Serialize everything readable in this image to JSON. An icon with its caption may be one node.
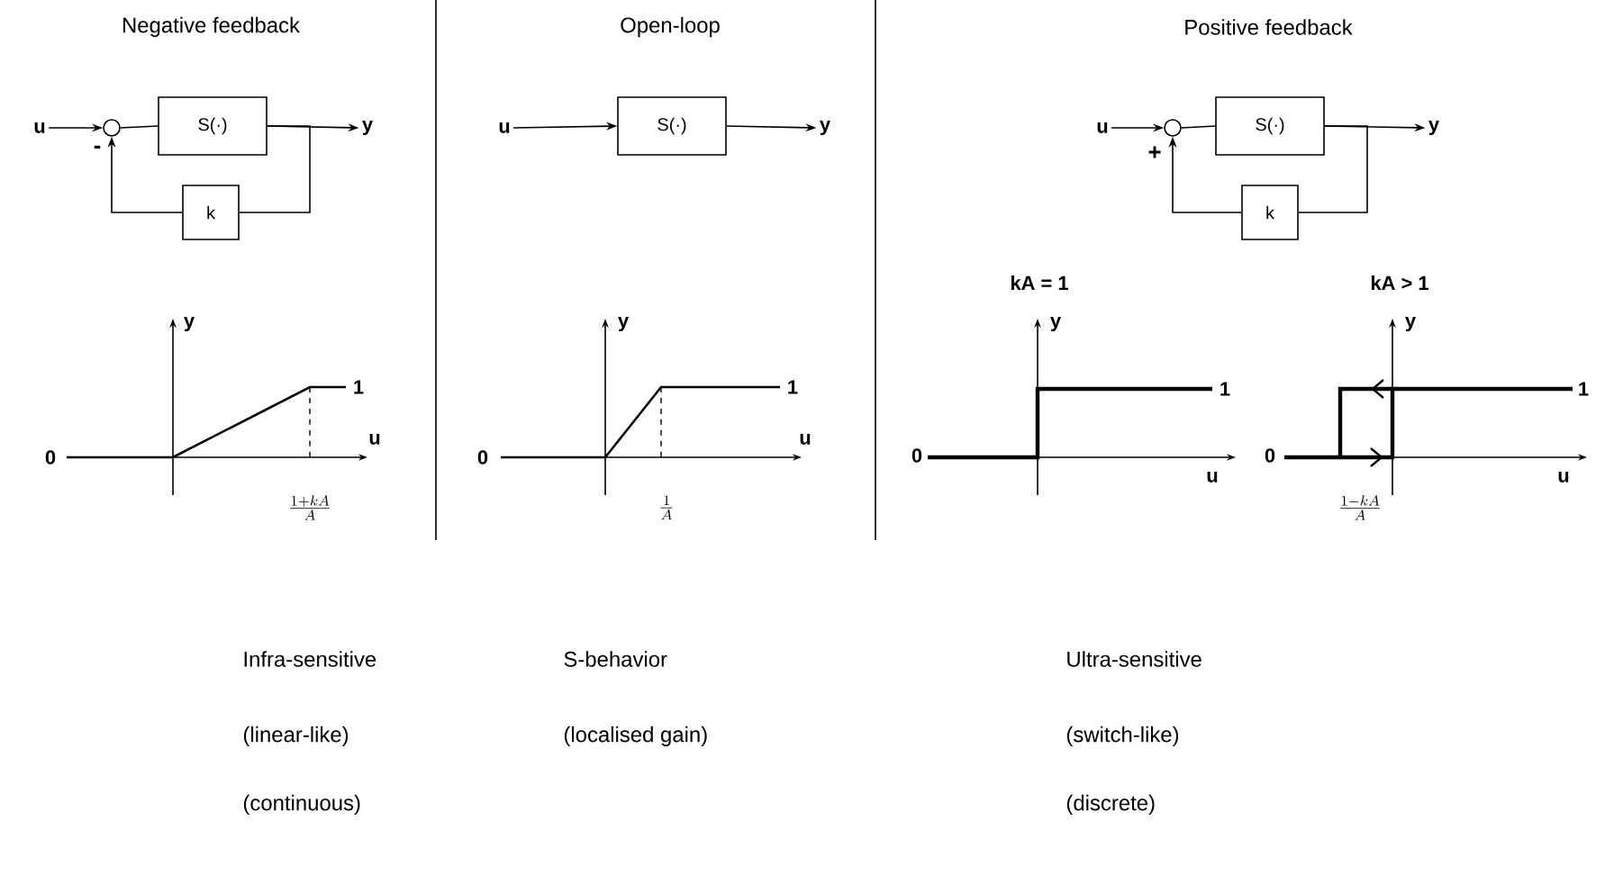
{
  "diagram": {
    "nodes": [
      {
        "text": [
          "u"
        ]
      },
      {
        "text": [],
        "shape": "circle"
      },
      {
        "text": [
          "S(·)"
        ]
      },
      {
        "text": [
          "y"
        ]
      },
      {
        "text": [
          "k"
        ]
      },
      {
        "text": [
          "u"
        ]
      },
      {
        "text": [
          "S(·)"
        ]
      },
      {
        "text": [
          "y"
        ]
      },
      {
        "text": [
          "u"
        ]
      },
      {
        "text": [],
        "shape": "circle"
      },
      {
        "text": [
          "S(·)"
        ]
      },
      {
        "text": [
          "y"
        ]
      },
      {
        "text": [
          "k"
        ]
      }
    ],
    "edges": [
      {
        "from": 0,
        "to": 1,
        "arrow": "to"
      },
      {
        "from": 1,
        "to": 2,
        "arrow": "none"
      },
      {
        "from": 2,
        "to": 3,
        "arrow": "to"
      },
      {
        "from": 2,
        "to": 4,
        "arrow": "none"
      },
      {
        "from": 4,
        "to": 1,
        "arrow": "to",
        "label": "-"
      },
      {
        "from": 5,
        "to": 6,
        "arrow": "to"
      },
      {
        "from": 6,
        "to": 7,
        "arrow": "to"
      },
      {
        "from": 8,
        "to": 9,
        "arrow": "to"
      },
      {
        "from": 9,
        "to": 10,
        "arrow": "none"
      },
      {
        "from": 10,
        "to": 11,
        "arrow": "to"
      },
      {
        "from": 10,
        "to": 12,
        "arrow": "none"
      },
      {
        "from": 12,
        "to": 9,
        "arrow": "to",
        "label": "+"
      }
    ],
    "labels": [
      "Negative feedback",
      "Open-loop",
      "Positive feedback",
      "y",
      "1",
      "0",
      "u",
      "\\frac{1+kA}{A}",
      "y",
      "1",
      "0",
      "u",
      "\\frac{1}{A}",
      "kA = 1",
      "kA > 1",
      "y",
      "1",
      "0",
      "u",
      "y",
      "1",
      "0",
      "u",
      "\\frac{1-kA}{A}",
      "Infra-sensitive",
      "(linear-like)",
      "(continuous)",
      "S-behavior",
      "(localised gain)",
      "Ultra-sensitive",
      "(switch-like)",
      "(discrete)"
    ]
  }
}
